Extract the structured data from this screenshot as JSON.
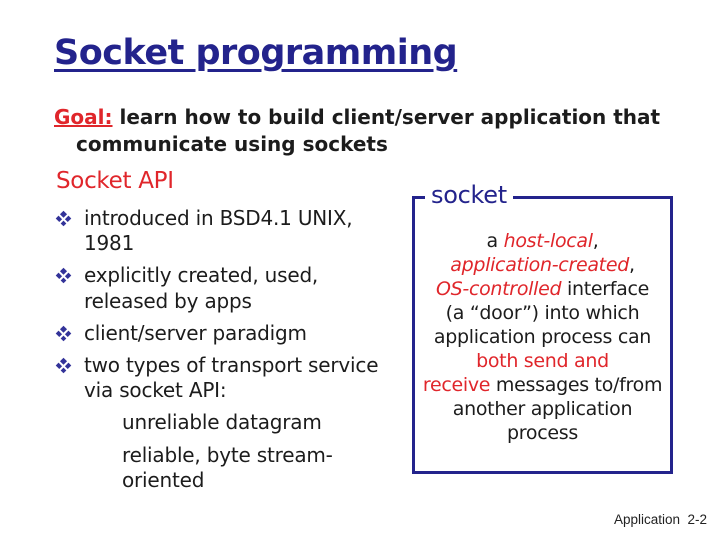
{
  "colors": {
    "navy": "#23238c",
    "red": "#e0262b",
    "bullet_diamond": "#333399",
    "bullet_square": "#2b2b99",
    "body_text": "#1c1c1c"
  },
  "title": "Socket programming",
  "goal": {
    "label": "Goal:",
    "text": "learn how to build client/server application that communicate using sockets"
  },
  "left_column": {
    "heading": "Socket API",
    "bullets": [
      {
        "level": 1,
        "text": "introduced in BSD4.1 UNIX, 1981"
      },
      {
        "level": 1,
        "text": "explicitly created, used, released by apps"
      },
      {
        "level": 1,
        "text": "client/server paradigm"
      },
      {
        "level": 1,
        "text": "two types of transport service via socket API:"
      },
      {
        "level": 2,
        "text": "unreliable datagram"
      },
      {
        "level": 2,
        "text": "reliable, byte stream-oriented"
      }
    ]
  },
  "socket_box": {
    "legend": "socket",
    "lines": [
      [
        {
          "t": "a ",
          "s": "p"
        },
        {
          "t": "host-local",
          "s": "ri"
        },
        {
          "t": ",",
          "s": "p"
        }
      ],
      [
        {
          "t": "application-created",
          "s": "ri"
        },
        {
          "t": ",",
          "s": "p"
        }
      ],
      [
        {
          "t": "OS-controlled",
          "s": "ri"
        },
        {
          "t": " interface",
          "s": "p"
        }
      ],
      [
        {
          "t": "(a “door”) into which",
          "s": "p"
        }
      ],
      [
        {
          "t": "application process can",
          "s": "p"
        }
      ],
      [
        {
          "t": "both send and",
          "s": "r"
        }
      ],
      [
        {
          "t": "receive",
          "s": "r"
        },
        {
          "t": " messages to/from",
          "s": "p"
        }
      ],
      [
        {
          "t": "another application",
          "s": "p"
        }
      ],
      [
        {
          "t": "process",
          "s": "p"
        }
      ]
    ]
  },
  "footer": "Application  2-2"
}
